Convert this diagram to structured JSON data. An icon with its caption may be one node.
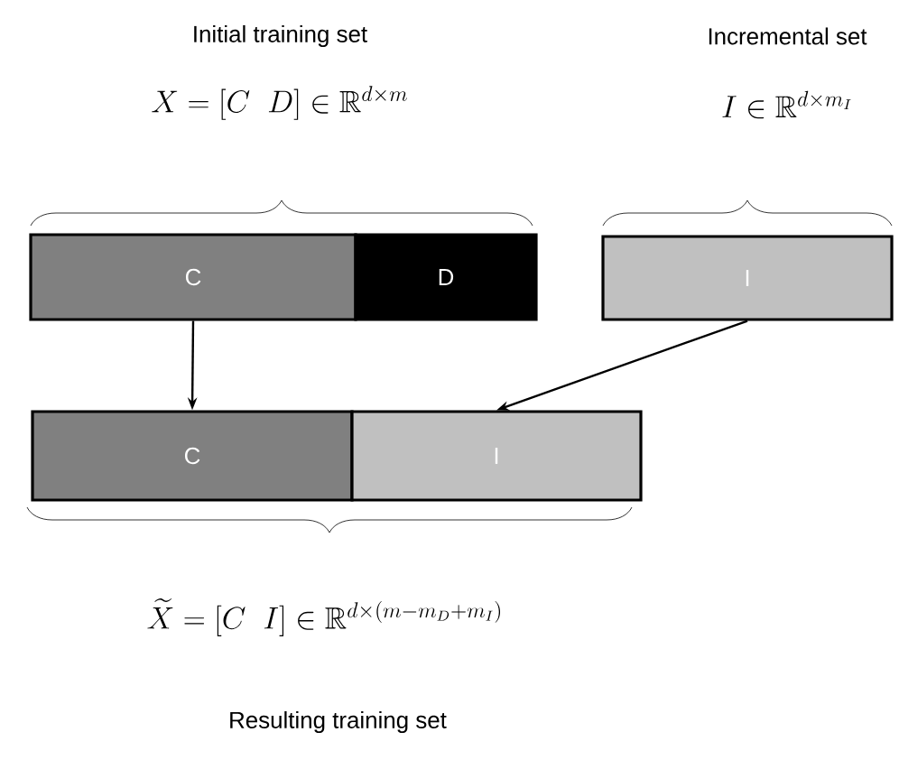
{
  "diagram": {
    "nodes": [
      {
        "text": [
          "C"
        ]
      },
      {
        "text": [
          "D"
        ]
      },
      {
        "text": [
          "I"
        ]
      },
      {
        "text": [
          "C"
        ]
      },
      {
        "text": [
          "I"
        ]
      }
    ],
    "edges": [
      {
        "from": 0,
        "to": 3,
        "arrow": "to"
      },
      {
        "from": 2,
        "to": 4,
        "arrow": "to"
      }
    ],
    "labels": [
      "Initial training set",
      "X = [C \\;\\; D] \\in \\mathbb{R}^{d \\times m}",
      "Incremental set",
      "I \\in \\mathbb{R}^{d \\times m_I}",
      "\\widetilde{X} = [C \\;\\; I] \\in \\mathbb{R}^{d \\times (m - m_D + m_I)}",
      "Resulting training set"
    ]
  }
}
